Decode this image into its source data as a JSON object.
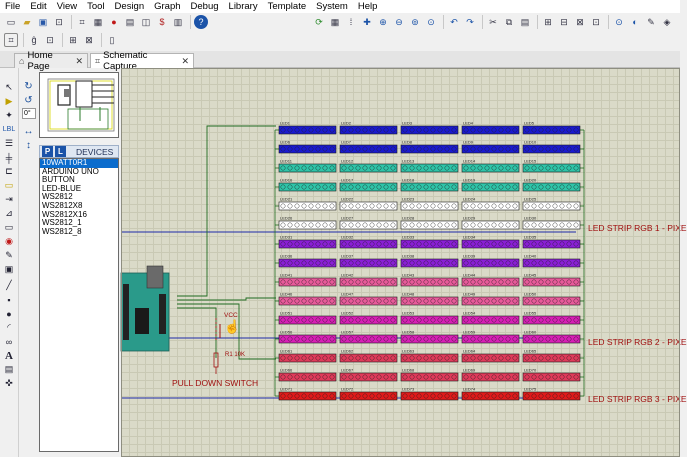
{
  "menu": [
    "File",
    "Edit",
    "View",
    "Tool",
    "Design",
    "Graph",
    "Debug",
    "Library",
    "Template",
    "System",
    "Help"
  ],
  "toolbar1_icons": [
    "new-icon",
    "open-icon",
    "save-icon",
    "import-icon",
    "schematic-icon",
    "pcb-icon",
    "record-icon",
    "package-icon",
    "gerber-icon",
    "bom-icon",
    "browse-icon",
    "help-icon"
  ],
  "toolbar1_right_icons": [
    "refresh-icon",
    "grid-icon",
    "origin-icon",
    "pan-icon",
    "zoom-in-icon",
    "zoom-out-icon",
    "zoom-all-icon",
    "zoom-area-icon",
    "undo-icon",
    "redo-icon",
    "cut-icon",
    "copy-icon",
    "paste-icon",
    "block-copy-icon",
    "block-move-icon",
    "block-rotate-icon",
    "block-delete-icon",
    "pick-icon",
    "make-device-icon",
    "packaging-icon",
    "decompose-icon"
  ],
  "toolbar2_icons": [
    "wire-autorouter-icon",
    "search-icon",
    "property-assign-icon",
    "new-sheet-icon",
    "remove-sheet-icon",
    "exit-to-parent-icon"
  ],
  "tabs": [
    {
      "label": "Home Page",
      "icon": "home-icon",
      "active": false
    },
    {
      "label": "Schematic Capture",
      "icon": "schematic-icon",
      "active": true
    }
  ],
  "rotation": {
    "angle": "0°"
  },
  "devices": {
    "header": "DEVICES",
    "p_label": "P",
    "l_label": "L",
    "items": [
      "10WATT0R1",
      "ARDUINO UNO",
      "BUTTON",
      "LED-BLUE",
      "WS2812",
      "WS2812X8",
      "WS2812X16",
      "WS2812_1",
      "WS2812_8"
    ],
    "selected": 0
  },
  "schematic": {
    "strip_labels": [
      "LED STRIP RGB 1 - PIXE",
      "LED STRIP RGB 2 - PIXE",
      "LED STRIP RGB 3 - PIXE"
    ],
    "pull_down_label": "PULL DOWN SWITCH",
    "vcc_label": "VCC",
    "resistor_label": "R1 10K",
    "rows": [
      {
        "color": "#1a1acf",
        "ids": [
          "LED1",
          "LED2",
          "LED3",
          "LED4",
          "LED5"
        ]
      },
      {
        "color": "#1a1acf",
        "ids": [
          "LED6",
          "LED7",
          "LED8",
          "LED9",
          "LED10"
        ]
      },
      {
        "color": "#2ec4a8",
        "ids": [
          "LED11",
          "LED12",
          "LED13",
          "LED14",
          "LED15"
        ]
      },
      {
        "color": "#2ec4a8",
        "ids": [
          "LED16",
          "LED17",
          "LED18",
          "LED19",
          "LED20"
        ]
      },
      {
        "color": "#ffffff",
        "ids": [
          "LED21",
          "LED22",
          "LED23",
          "LED24",
          "LED25"
        ]
      },
      {
        "color": "#ffffff",
        "ids": [
          "LED26",
          "LED27",
          "LED28",
          "LED29",
          "LED30"
        ]
      },
      {
        "color": "#8a1fd6",
        "ids": [
          "LED31",
          "LED32",
          "LED33",
          "LED34",
          "LED35"
        ]
      },
      {
        "color": "#8a1fd6",
        "ids": [
          "LED36",
          "LED37",
          "LED38",
          "LED39",
          "LED40"
        ]
      },
      {
        "color": "#e85a9a",
        "ids": [
          "LED41",
          "LED42",
          "LED43",
          "LED44",
          "LED45"
        ]
      },
      {
        "color": "#e85a9a",
        "ids": [
          "LED46",
          "LED47",
          "LED48",
          "LED49",
          "LED50"
        ]
      },
      {
        "color": "#d81fb6",
        "ids": [
          "LED51",
          "LED52",
          "LED53",
          "LED54",
          "LED55"
        ]
      },
      {
        "color": "#d81fb6",
        "ids": [
          "LED56",
          "LED57",
          "LED58",
          "LED59",
          "LED60"
        ]
      },
      {
        "color": "#e03a5a",
        "ids": [
          "LED61",
          "LED62",
          "LED63",
          "LED64",
          "LED65"
        ]
      },
      {
        "color": "#e03a5a",
        "ids": [
          "LED66",
          "LED67",
          "LED68",
          "LED69",
          "LED70"
        ]
      },
      {
        "color": "#e01a1a",
        "ids": [
          "LED71",
          "LED72",
          "LED73",
          "LED74",
          "LED75"
        ]
      }
    ]
  }
}
